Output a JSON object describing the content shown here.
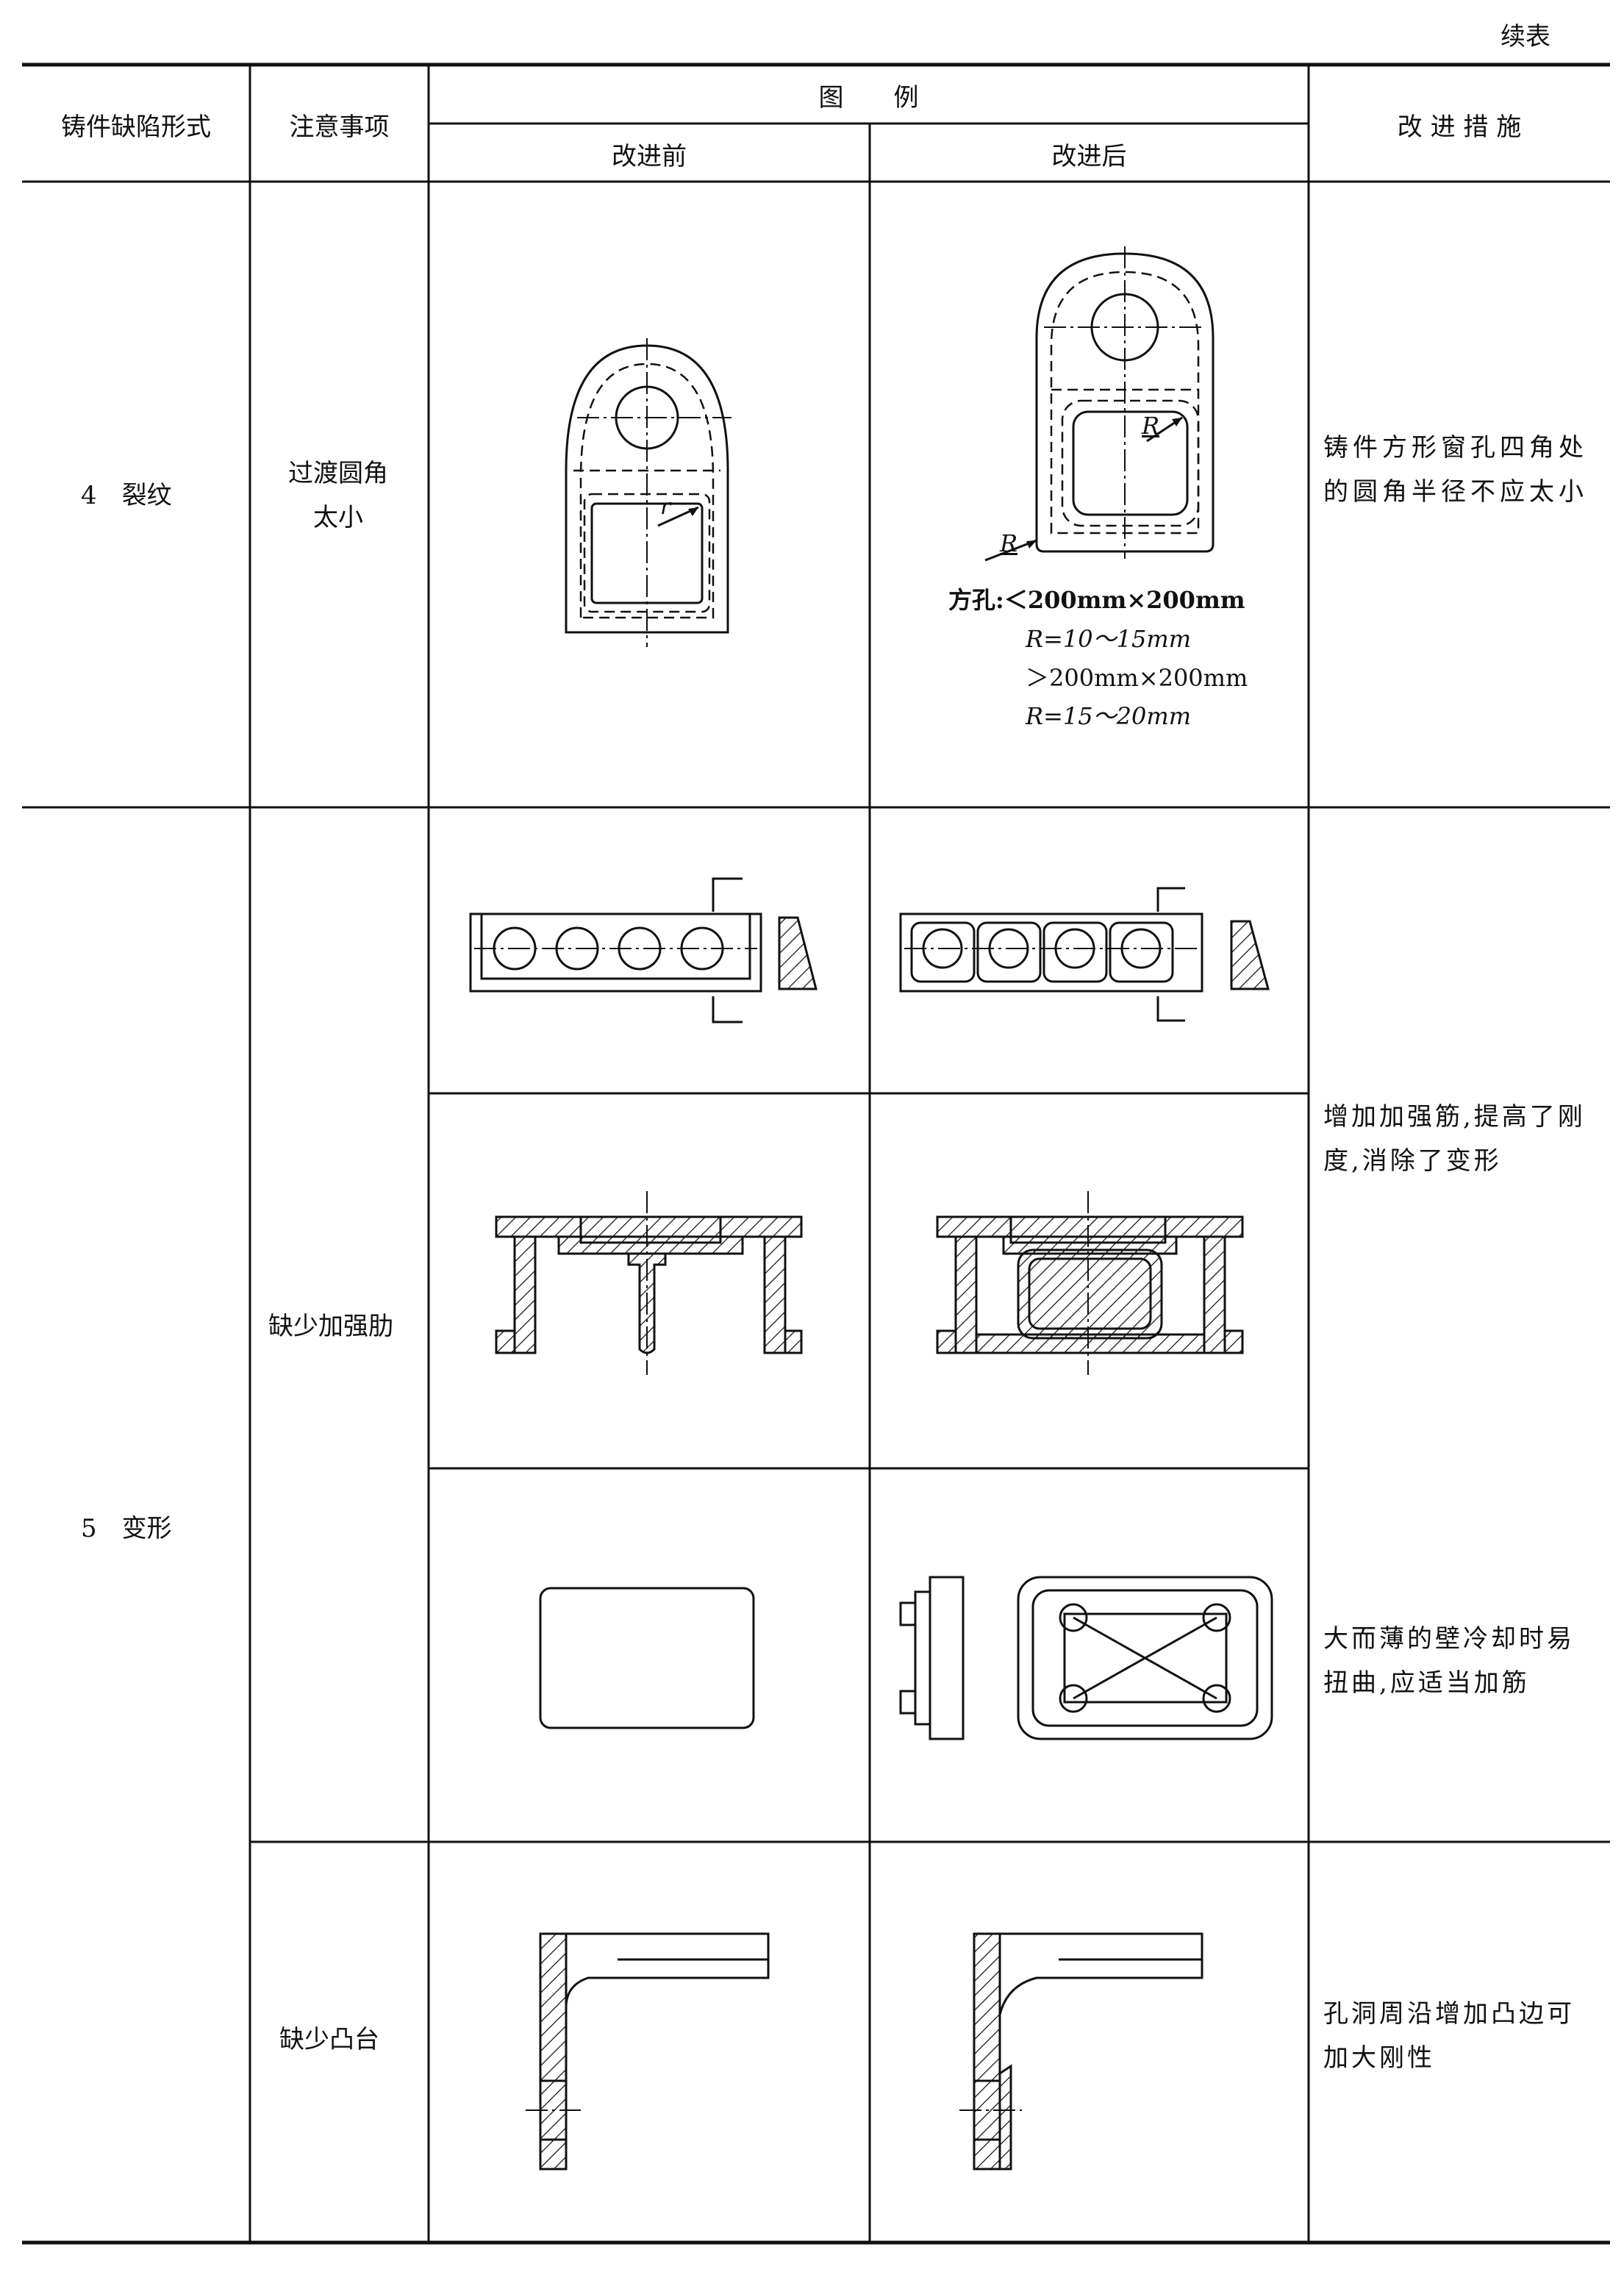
{
  "continued_label": "续表",
  "headers": {
    "defect_form": "铸件缺陷形式",
    "notes": "注意事项",
    "illustration": "图　　例",
    "before": "改进前",
    "after": "改进后",
    "measures": "改 进 措 施"
  },
  "rows": [
    {
      "defect": "4　裂纹",
      "note": "过渡圆角\n太小",
      "before_label_r": "r",
      "after_label_R1": "R",
      "after_label_R2": "R",
      "after_spec": {
        "line1": "方孔:＜200mm×200mm",
        "line2": "R=10～15mm",
        "line3": "＞200mm×200mm",
        "line4": "R=15～20mm"
      },
      "measure": "铸件方形窗孔四角处的圆角半径不应太小"
    },
    {
      "defect": "5　变形",
      "note": "缺少加强肋",
      "measure": "增加加强筋,提高了刚度,消除了变形"
    },
    {
      "measure": "大而薄的壁冷却时易扭曲,应适当加筋"
    },
    {
      "note": "缺少凸台",
      "measure": "孔洞周沿增加凸边可加大刚性"
    }
  ]
}
